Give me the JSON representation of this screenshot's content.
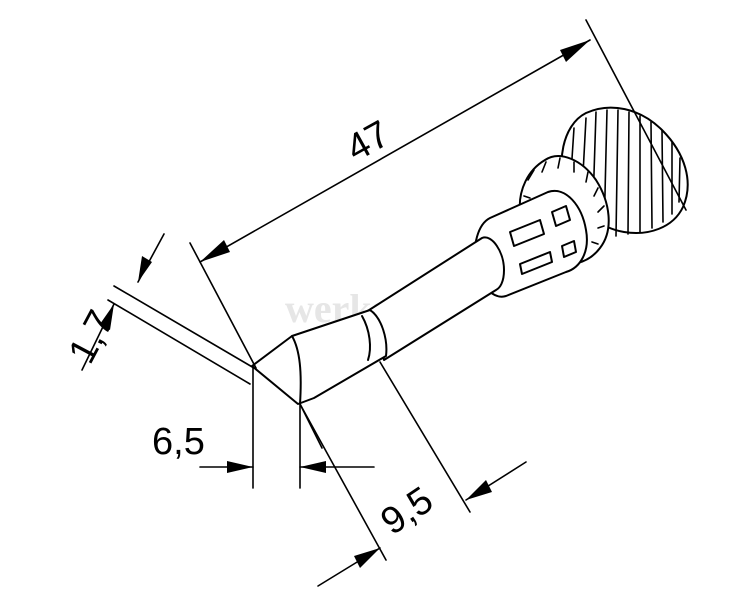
{
  "watermark": "werks",
  "dimensions": {
    "length": "47",
    "tip_thickness": "1,7",
    "tip_width": "6,5",
    "taper_length": "9,5"
  }
}
